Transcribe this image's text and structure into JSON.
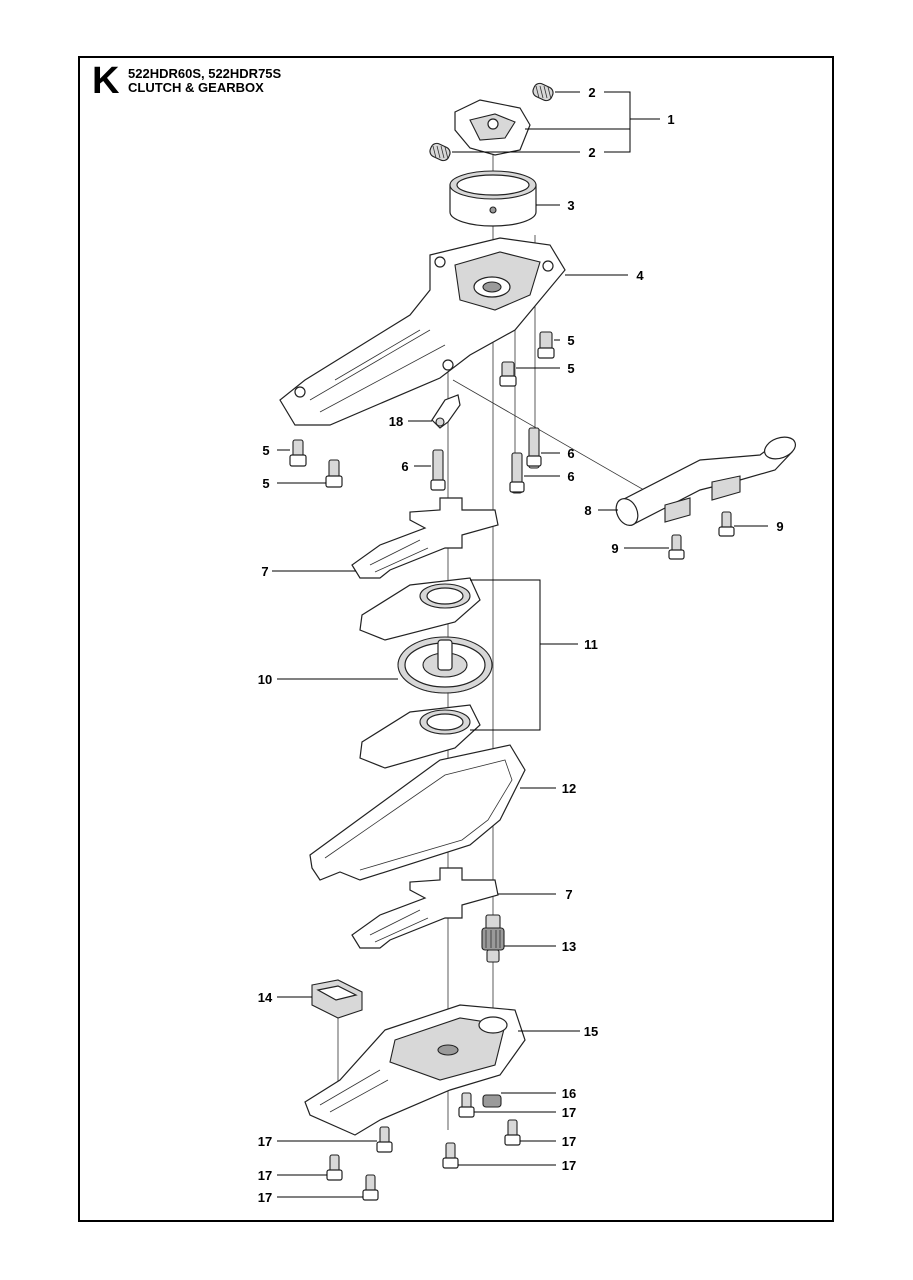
{
  "header": {
    "section_letter": "K",
    "models": "522HDR60S, 522HDR75S",
    "section_title": "CLUTCH & GEARBOX"
  },
  "callouts": [
    {
      "id": "c1",
      "label": "1"
    },
    {
      "id": "c2a",
      "label": "2"
    },
    {
      "id": "c2b",
      "label": "2"
    },
    {
      "id": "c3",
      "label": "3"
    },
    {
      "id": "c4",
      "label": "4"
    },
    {
      "id": "c5a",
      "label": "5"
    },
    {
      "id": "c5b",
      "label": "5"
    },
    {
      "id": "c5c",
      "label": "5"
    },
    {
      "id": "c5d",
      "label": "5"
    },
    {
      "id": "c6a",
      "label": "6"
    },
    {
      "id": "c6b",
      "label": "6"
    },
    {
      "id": "c6c",
      "label": "6"
    },
    {
      "id": "c7a",
      "label": "7"
    },
    {
      "id": "c7b",
      "label": "7"
    },
    {
      "id": "c8",
      "label": "8"
    },
    {
      "id": "c9a",
      "label": "9"
    },
    {
      "id": "c9b",
      "label": "9"
    },
    {
      "id": "c10",
      "label": "10"
    },
    {
      "id": "c11",
      "label": "11"
    },
    {
      "id": "c12",
      "label": "12"
    },
    {
      "id": "c13",
      "label": "13"
    },
    {
      "id": "c14",
      "label": "14"
    },
    {
      "id": "c15",
      "label": "15"
    },
    {
      "id": "c16",
      "label": "16"
    },
    {
      "id": "c17a",
      "label": "17"
    },
    {
      "id": "c17b",
      "label": "17"
    },
    {
      "id": "c17c",
      "label": "17"
    },
    {
      "id": "c17d",
      "label": "17"
    },
    {
      "id": "c17e",
      "label": "17"
    },
    {
      "id": "c17f",
      "label": "17"
    },
    {
      "id": "c18",
      "label": "18"
    }
  ]
}
